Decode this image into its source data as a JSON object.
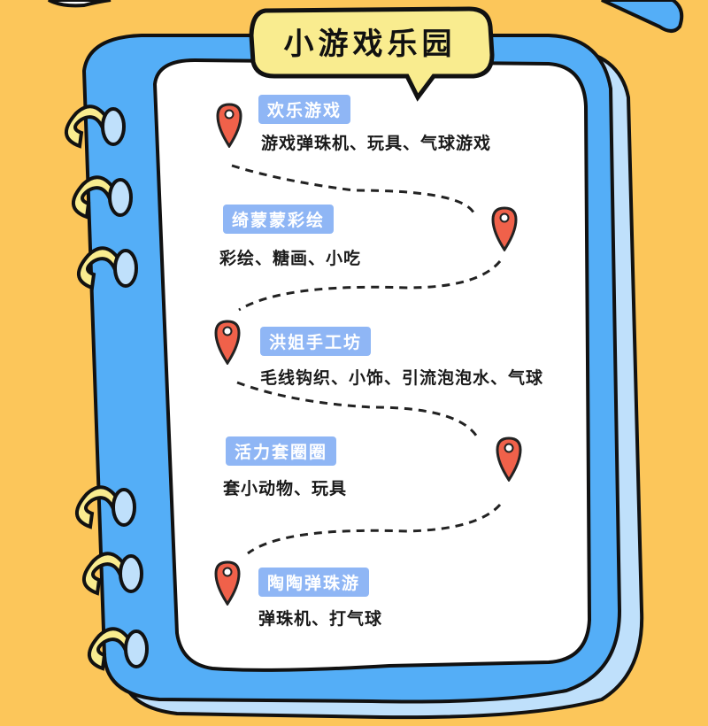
{
  "title": "小游戏乐园",
  "colors": {
    "background": "#fcc65a",
    "cover_blue": "#54aef7",
    "page_light_blue": "#bfe0fb",
    "ring_yellow": "#f9ec8f",
    "tag_blue": "#8fb6f5",
    "pin_red": "#f0614a"
  },
  "stops": [
    {
      "name": "欢乐游戏",
      "items": "游戏弹珠机、玩具、气球游戏",
      "icon": "map-pin-icon"
    },
    {
      "name": "绮蒙蒙彩绘",
      "items": "彩绘、糖画、小吃",
      "icon": "map-pin-icon"
    },
    {
      "name": "洪姐手工坊",
      "items": "毛线钩织、小饰、引流泡泡水、气球",
      "icon": "map-pin-icon"
    },
    {
      "name": "活力套圈圈",
      "items": "套小动物、玩具",
      "icon": "map-pin-icon"
    },
    {
      "name": "陶陶弹珠游",
      "items": "弹珠机、打气球",
      "icon": "map-pin-icon"
    }
  ]
}
